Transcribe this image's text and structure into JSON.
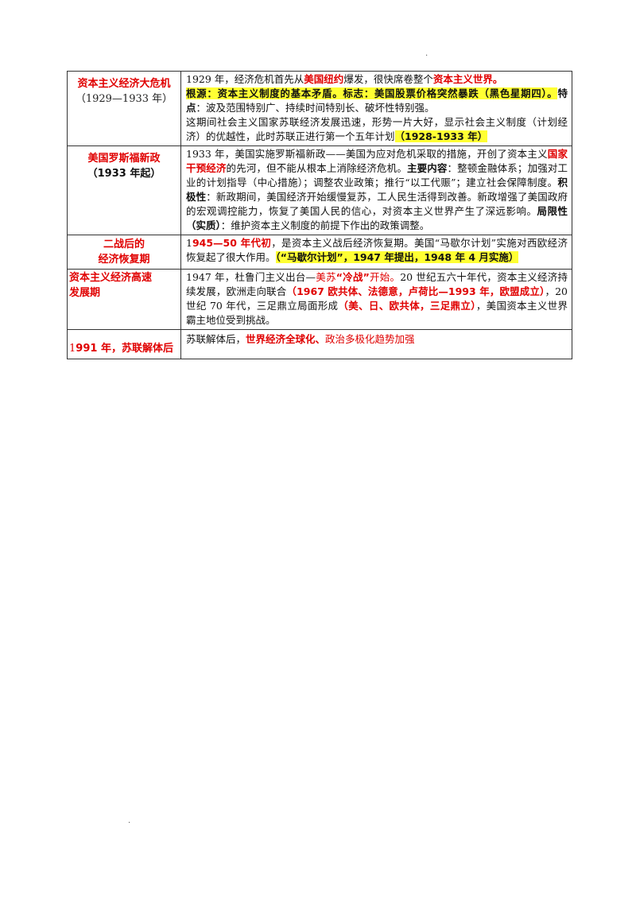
{
  "rows": [
    {
      "label_line1": "资本主义经济大危机",
      "label_line2": "（1929—1933 年）",
      "p1_a": "1929 年，经济危机首先从",
      "p1_b": "美国纽约",
      "p1_c": "爆发，很快席卷整个",
      "p1_d": "资本主义世界。",
      "p2_a": "根源：资本主义制度的基本矛盾。标志：美国股票价格突然暴跌（黑色星期四）。",
      "p2_b": "特点",
      "p2_c": "：波及范围特别广、持续时间特别长、破坏性特别强。",
      "p3_a": "这期间社会主义国家苏联经济发展迅速，形势一片大好，显示社会主义制度（计划经济）的优越性，此时苏联正进行第一个五年计划",
      "p3_b": "（1928-1933 年）"
    },
    {
      "label_line1": "美国罗斯福新政",
      "label_line2": "（1933 年起）",
      "t1": "1933 年，美国实施罗斯福新政——美国为应对危机采取的措施，开创了资本主义",
      "t2": "国家干预经济",
      "t3": "的先河，但不能从根本上消除经济危机。",
      "t4": "主要内容",
      "t5": "：整顿金融体系；加强对工业的计划指导（中心措施）；调整农业政策；推行“以工代赈”；建立社会保障制度。",
      "t6": "积极性",
      "t7": "：新政期间，美国经济开始缓慢复苏，工人民生活得到改善。新政增强了美国政府的宏观调控能力，恢复了美国人民的信心，对资本主义世界产生了深远影响。",
      "t8": "局限性（实质）",
      "t9": "：维护资本主义制度的前提下作出的政策调整。"
    },
    {
      "label_line1": "二战后的",
      "label_line2": "经济恢复期",
      "t1": "1",
      "t2": "945—50 年代初",
      "t3": "，是资本主义战后经济恢复期。美国“马歇尔计划”实施对西欧经济恢复起了很大作用。",
      "t4": "（“马歇尔计划”，1947 年提出，1948 年 4 月实施）"
    },
    {
      "label_line1": "资本主义经济高速",
      "label_line2": "发展期",
      "t1": "1947 年，杜鲁门主义出台—",
      "t2": "美苏",
      "t3": "“冷战”",
      "t4": "开始。",
      "t5": "20 世纪五六十年代，资本主义经济持续发展，欧洲走向联合",
      "t6": "（1967 欧共体、法德意，卢荷比—1993 年，欧盟成立）",
      "t7": "，20 世纪 70 年代，三足鼎立局面形成",
      "t8": "（美、日、欧共体，三足鼎立）",
      "t9": "，美国资本主义世界霸主地位受到挑战。"
    },
    {
      "label_a": "1",
      "label_b": "991 年，苏联解体后",
      "t1": "苏联解体后，",
      "t2": "世界经济全球化、",
      "t3": "政治多极化趋势加强"
    }
  ]
}
